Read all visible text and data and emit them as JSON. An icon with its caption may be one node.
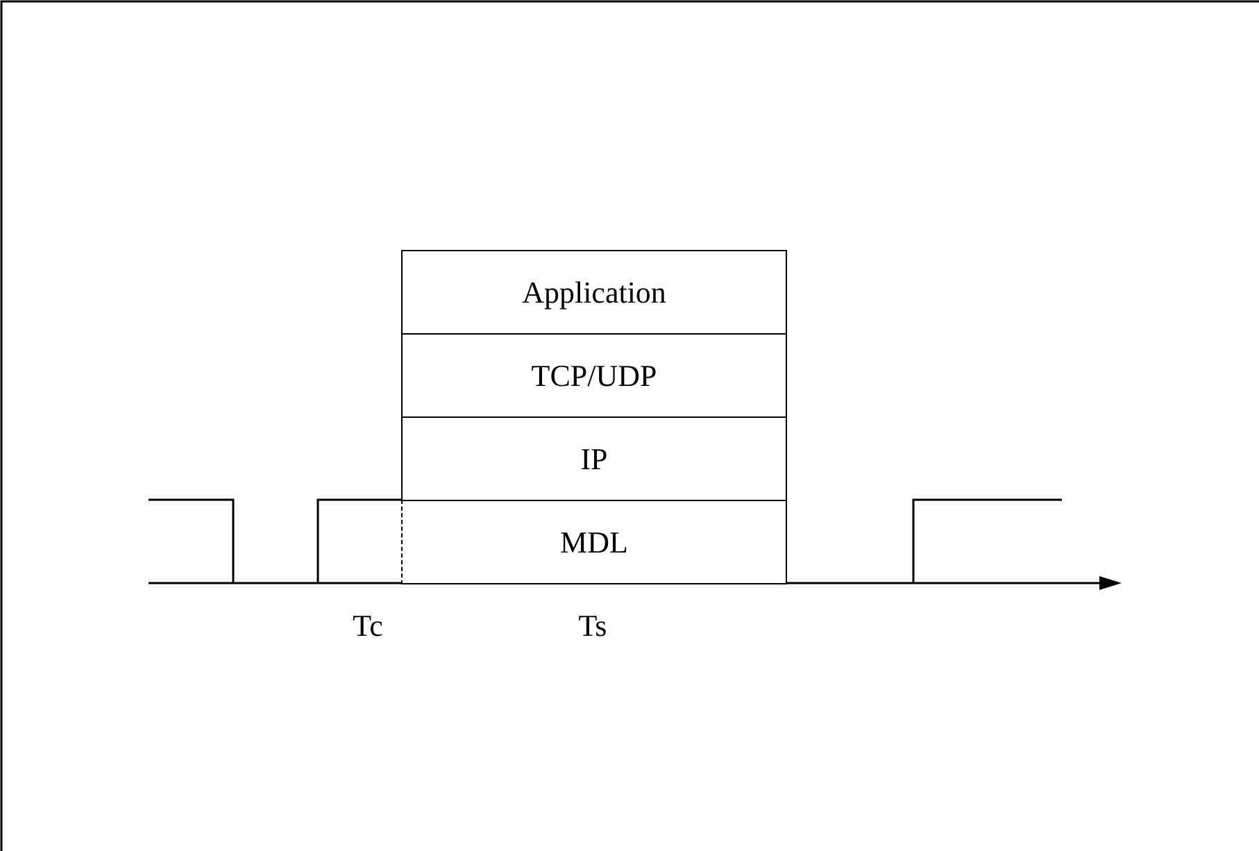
{
  "diagram": {
    "nodes": [
      {
        "text": [
          "Application"
        ]
      },
      {
        "text": [
          "TCP/UDP"
        ]
      },
      {
        "text": [
          "IP"
        ]
      },
      {
        "text": [
          "MDL"
        ]
      }
    ],
    "edges": [],
    "labels": [
      "Tc",
      "Ts"
    ]
  }
}
